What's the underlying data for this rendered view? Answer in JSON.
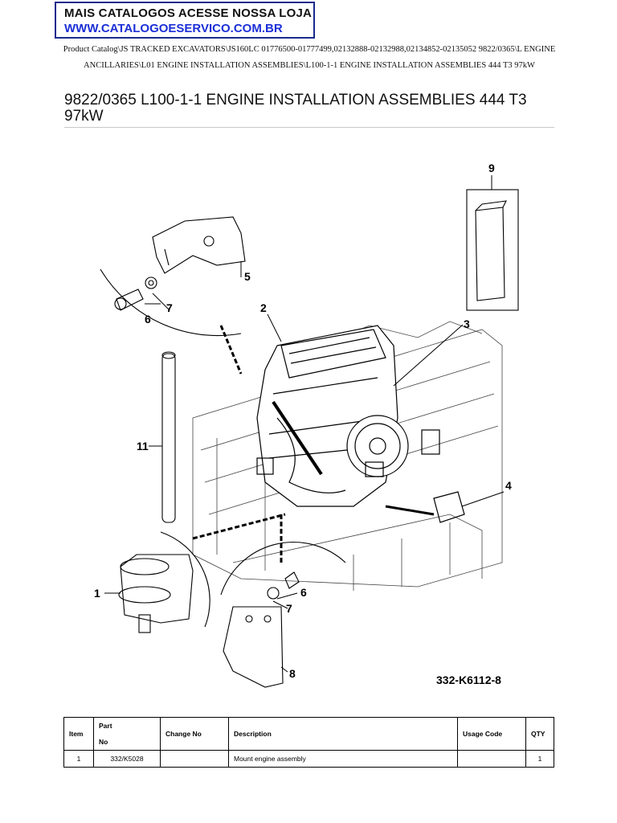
{
  "banner": {
    "line1": "MAIS CATALOGOS ACESSE NOSSA LOJA",
    "line2": "WWW.CATALOGOESERVICO.COM.BR"
  },
  "breadcrumb": "Product Catalog\\JS TRACKED EXCAVATORS\\JS160LC 01776500-01777499,02132888-02132988,02134852-02135052 9822/0365\\L ENGINE ANCILLARIES\\L01 ENGINE INSTALLATION ASSEMBLIES\\L100-1-1 ENGINE INSTALLATION ASSEMBLIES 444 T3 97kW",
  "page_title": "9822/0365 L100-1-1 ENGINE INSTALLATION ASSEMBLIES 444 T3 97kW",
  "diagram": {
    "callouts": [
      "1",
      "2",
      "3",
      "4",
      "5",
      "6",
      "7",
      "8",
      "9",
      "11",
      "6",
      "7"
    ],
    "figure_code": "332-K6112-8"
  },
  "table": {
    "headers": {
      "item": "Item",
      "part_no_1": "Part",
      "part_no_2": "No",
      "change_no": "Change No",
      "description": "Description",
      "usage_code": "Usage Code",
      "qty": "QTY"
    },
    "rows": [
      {
        "item": "1",
        "part_no": "332/K5028",
        "change_no": "",
        "description": "Mount engine assembly",
        "usage_code": "",
        "qty": "1"
      }
    ]
  }
}
